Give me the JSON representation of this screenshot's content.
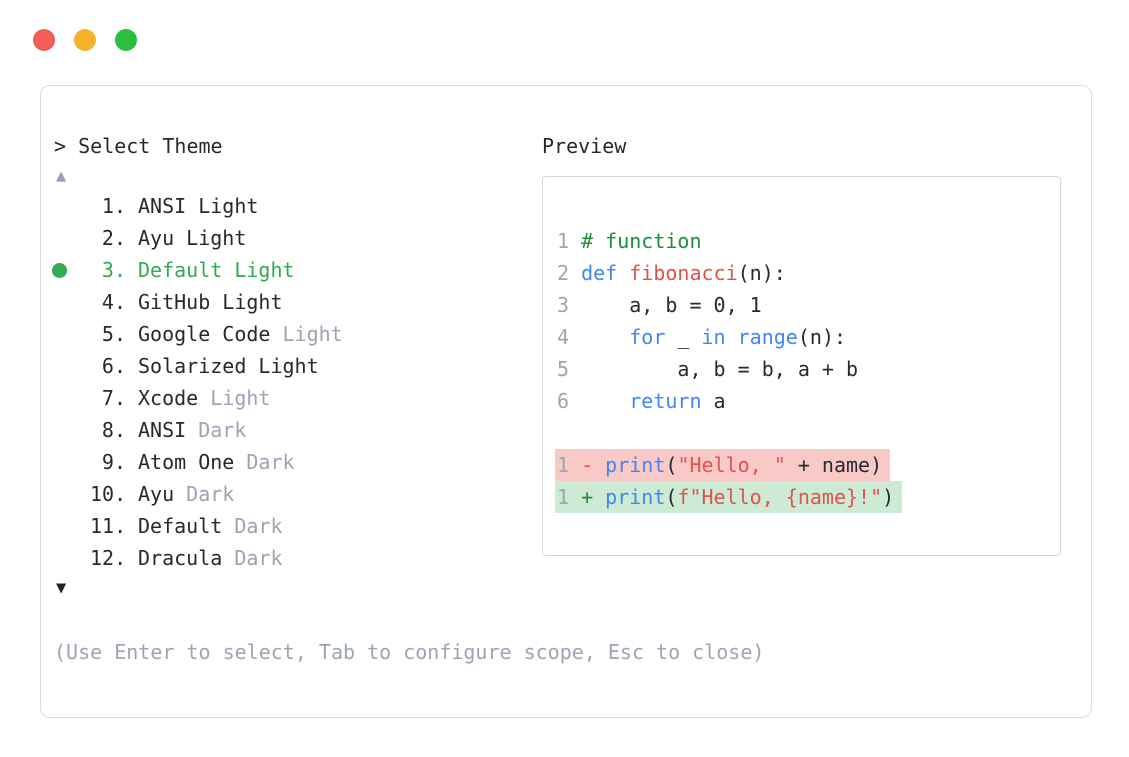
{
  "window": {
    "traffic_lights": [
      {
        "name": "close",
        "color": "#f15e55"
      },
      {
        "name": "minimize",
        "color": "#f3b32a"
      },
      {
        "name": "maximize",
        "color": "#2cbe41"
      }
    ]
  },
  "selector": {
    "prompt": "> Select Theme",
    "up_indicator": "▲",
    "down_indicator": "▼",
    "items": [
      {
        "num": "1.",
        "name": "ANSI Light",
        "muted": "",
        "selected": false
      },
      {
        "num": "2.",
        "name": "Ayu Light",
        "muted": "",
        "selected": false
      },
      {
        "num": "3.",
        "name": "Default Light",
        "muted": "",
        "selected": true
      },
      {
        "num": "4.",
        "name": "GitHub Light",
        "muted": "",
        "selected": false
      },
      {
        "num": "5.",
        "name": "Google Code",
        "muted": " Light",
        "selected": false
      },
      {
        "num": "6.",
        "name": "Solarized Light",
        "muted": "",
        "selected": false
      },
      {
        "num": "7.",
        "name": "Xcode",
        "muted": " Light",
        "selected": false
      },
      {
        "num": "8.",
        "name": "ANSI",
        "muted": " Dark",
        "selected": false
      },
      {
        "num": "9.",
        "name": "Atom One",
        "muted": " Dark",
        "selected": false
      },
      {
        "num": "10.",
        "name": "Ayu",
        "muted": " Dark",
        "selected": false
      },
      {
        "num": "11.",
        "name": "Default",
        "muted": " Dark",
        "selected": false
      },
      {
        "num": "12.",
        "name": "Dracula",
        "muted": " Dark",
        "selected": false
      }
    ],
    "help": "(Use Enter to select, Tab to configure scope, Esc to close)"
  },
  "preview": {
    "title": "Preview",
    "lines": [
      {
        "num": "1",
        "bg": "",
        "tokens": [
          [
            "comment",
            "# function"
          ]
        ]
      },
      {
        "num": "2",
        "bg": "",
        "tokens": [
          [
            "keyword",
            "def"
          ],
          [
            "plain",
            " "
          ],
          [
            "func",
            "fibonacci"
          ],
          [
            "plain",
            "(n):"
          ]
        ]
      },
      {
        "num": "3",
        "bg": "",
        "tokens": [
          [
            "plain",
            "    a, b = 0, 1"
          ]
        ]
      },
      {
        "num": "4",
        "bg": "",
        "tokens": [
          [
            "plain",
            "    "
          ],
          [
            "keyword",
            "for"
          ],
          [
            "plain",
            " _ "
          ],
          [
            "keyword",
            "in"
          ],
          [
            "plain",
            " "
          ],
          [
            "keyword",
            "range"
          ],
          [
            "plain",
            "(n):"
          ]
        ]
      },
      {
        "num": "5",
        "bg": "",
        "tokens": [
          [
            "plain",
            "        a, b = b, a + b"
          ]
        ]
      },
      {
        "num": "6",
        "bg": "",
        "tokens": [
          [
            "plain",
            "    "
          ],
          [
            "keyword",
            "return"
          ],
          [
            "plain",
            " a"
          ]
        ]
      },
      {
        "num": "",
        "bg": "",
        "tokens": []
      },
      {
        "num": "1",
        "bg": "removed",
        "tokens": [
          [
            "diff-minus",
            "- "
          ],
          [
            "keyword",
            "print"
          ],
          [
            "plain",
            "("
          ],
          [
            "string",
            "\"Hello, \""
          ],
          [
            "plain",
            " + name)"
          ]
        ]
      },
      {
        "num": "1",
        "bg": "added",
        "tokens": [
          [
            "diff-plus",
            "+ "
          ],
          [
            "keyword",
            "print"
          ],
          [
            "plain",
            "("
          ],
          [
            "string",
            "f\"Hello, {name}!\""
          ],
          [
            "plain",
            ")"
          ]
        ]
      }
    ]
  },
  "colors": {
    "text": "#252a31",
    "muted": "#9ba5b3",
    "selected_green": "#34a853",
    "comment_green": "#1e8e3e",
    "keyword_blue": "#4285f4",
    "code_red": "#df534e",
    "removed_bg": "#f8c9c7",
    "added_bg": "#cdebd4",
    "border": "#d7dce3",
    "preview_border": "#d4d9de",
    "up_arrow": "#98a3b3",
    "down_arrow": "#20242c"
  }
}
